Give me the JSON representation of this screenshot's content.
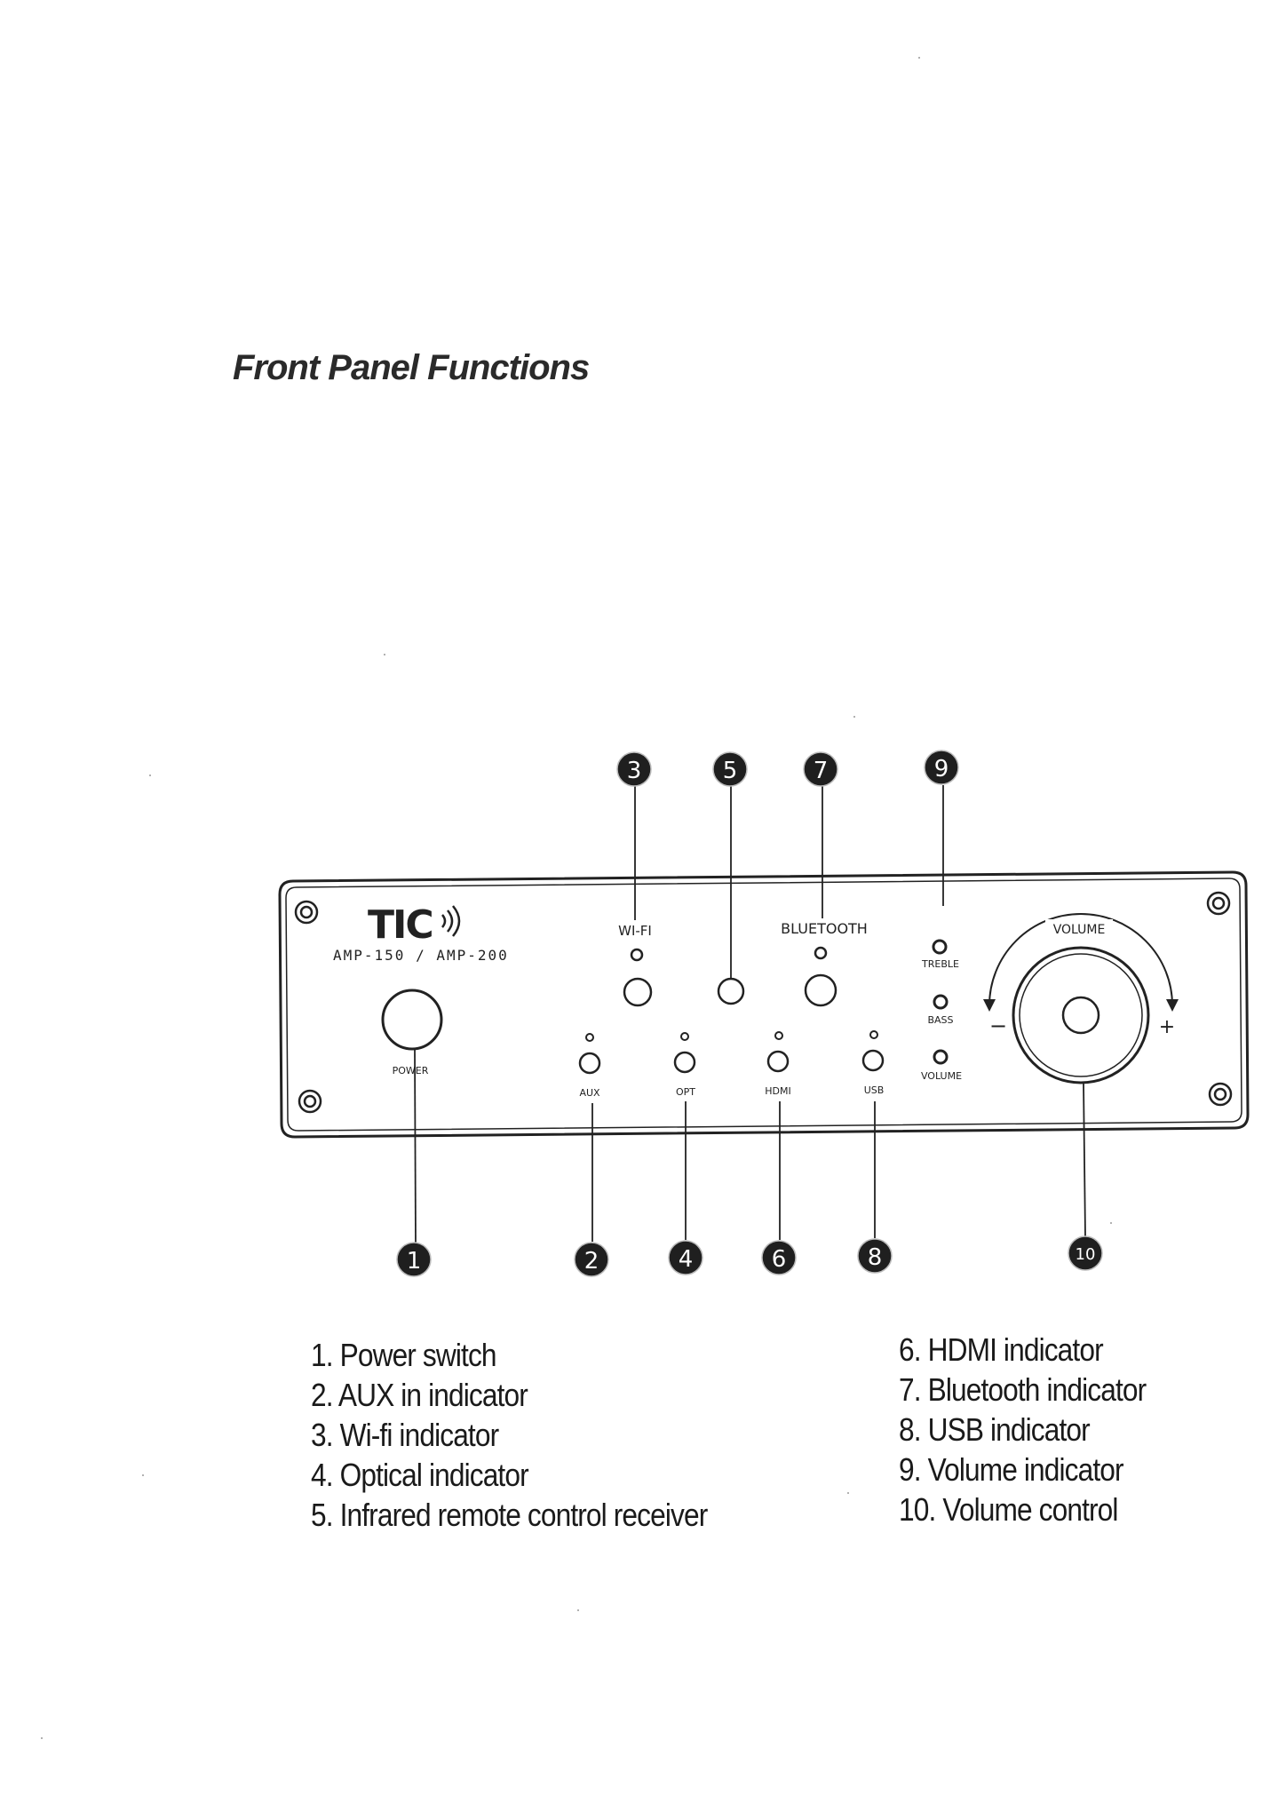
{
  "heading": "Front Panel Functions",
  "panel": {
    "brand": "TIC",
    "model": "AMP-150 / AMP-200",
    "labels": {
      "power": "POWER",
      "wifi": "WI-FI",
      "bluetooth": "BLUETOOTH",
      "aux": "AUX",
      "opt": "OPT",
      "hdmi": "HDMI",
      "usb": "USB",
      "treble": "TREBLE",
      "bass": "BASS",
      "volume_small": "VOLUME",
      "volume_arc": "VOLUME",
      "minus": "−",
      "plus": "+"
    }
  },
  "callouts": {
    "n1": "1",
    "n2": "2",
    "n3": "3",
    "n4": "4",
    "n5": "5",
    "n6": "6",
    "n7": "7",
    "n8": "8",
    "n9": "9",
    "n10": "10"
  },
  "legend_left": [
    "1. Power switch",
    "2. AUX in indicator",
    "3. Wi-fi indicator",
    "4. Optical indicator",
    "5. Infrared remote control receiver"
  ],
  "legend_right": [
    "6. HDMI indicator",
    "7. Bluetooth indicator",
    "8. USB indicator",
    "9. Volume indicator",
    "10. Volume control"
  ]
}
